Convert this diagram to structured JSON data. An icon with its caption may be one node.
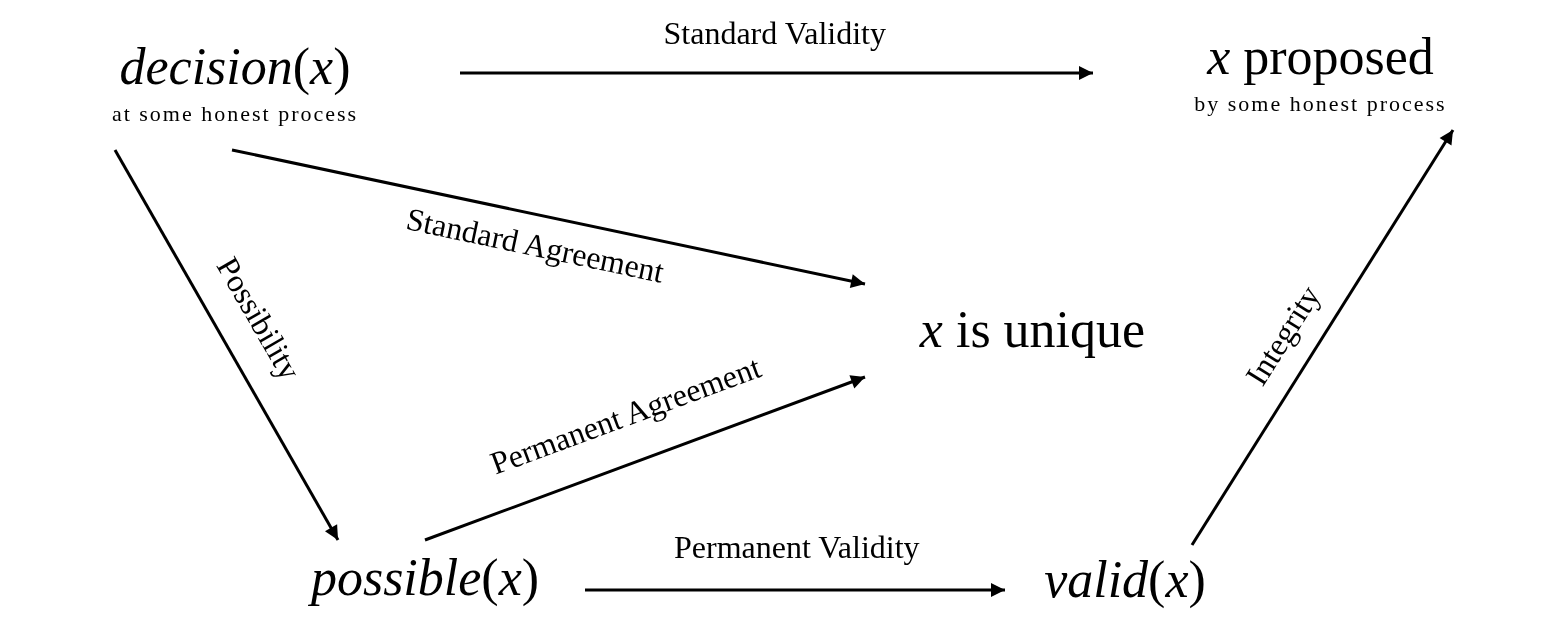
{
  "diagram": {
    "nodes": [
      {
        "text": [
          "*decision*(*x*)",
          "at some honest process"
        ]
      },
      {
        "text": [
          "*x* proposed",
          "by some honest process"
        ]
      },
      {
        "text": [
          "*x* is unique"
        ]
      },
      {
        "text": [
          "*possible*(*x*)"
        ]
      },
      {
        "text": [
          "*valid*(*x*)"
        ]
      }
    ],
    "edges": [
      {
        "from": 0,
        "to": 1,
        "arrow": "to",
        "label": "Standard Validity"
      },
      {
        "from": 0,
        "to": 2,
        "arrow": "to",
        "label": "Standard Agreement"
      },
      {
        "from": 0,
        "to": 3,
        "arrow": "to",
        "label": "Possibility"
      },
      {
        "from": 3,
        "to": 2,
        "arrow": "to",
        "label": "Permanent Agreement"
      },
      {
        "from": 3,
        "to": 4,
        "arrow": "to",
        "label": "Permanent Validity"
      },
      {
        "from": 4,
        "to": 1,
        "arrow": "to",
        "label": "Integrity"
      }
    ]
  }
}
